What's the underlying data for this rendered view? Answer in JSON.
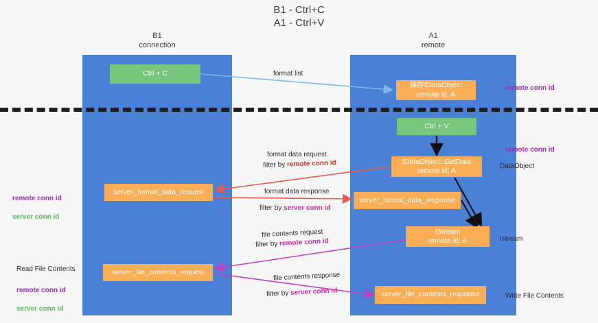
{
  "title": "B1 - Ctrl+C\nA1 - Ctrl+V",
  "lanes": [
    {
      "id": "b1",
      "heading": "B1\nconnection"
    },
    {
      "id": "a1",
      "heading": "A1\nremote"
    }
  ],
  "nodes": [
    {
      "id": "ctrl-c",
      "label": "Ctrl + C",
      "color": "#79c67d"
    },
    {
      "id": "idataobject",
      "label": "保存IDataObject\nremote id: A",
      "color": "#f9ad54"
    },
    {
      "id": "ctrl-v",
      "label": "Ctrl + V",
      "color": "#79c67d"
    },
    {
      "id": "idataobject-getdata",
      "label": "IDataObject::GetData\nremote id: A",
      "color": "#f9ad54"
    },
    {
      "id": "server-format-data-request",
      "label": "server_format_data_request",
      "color": "#f9ad54"
    },
    {
      "id": "server-format-data-response",
      "label": "server_format_data_response",
      "color": "#f9ad54"
    },
    {
      "id": "istream",
      "label": "IStream\nremote id: A",
      "color": "#f9ad54"
    },
    {
      "id": "server-file-contents-request",
      "label": "server_file_contents_request",
      "color": "#f9ad54"
    },
    {
      "id": "server-file-contents-response",
      "label": "server_file_contents_response",
      "color": "#f9ad54"
    }
  ],
  "edge_labels": {
    "format_list": "format list",
    "format_data_request": "format data request",
    "format_data_request_filter_prefix": "filter by ",
    "format_data_request_filter_key": "remote conn id",
    "format_data_response": "format data response",
    "format_data_response_filter_prefix": "filter by ",
    "format_data_response_filter_key": "server conn id",
    "file_contents_request": "file contents request",
    "file_contents_request_filter_prefix": "filter by ",
    "file_contents_request_filter_key": "remote conn id",
    "file_contents_response": "file contents response",
    "file_contents_response_filter_prefix": "filter by ",
    "file_contents_response_filter_key": "server conn id"
  },
  "annotations": {
    "remote_conn_id_top": "remote conn id",
    "remote_conn_id_mid": "remote conn id",
    "dataobject": "DataObject",
    "istream": "Istream",
    "write_file_contents": "Write File Contents",
    "read_file_contents": "Read File Contents",
    "left_remote_conn_id": "remote conn id",
    "left_server_conn_id": "server conn id",
    "left_bottom_remote_conn_id": "remote conn id",
    "left_bottom_server_conn_id": "server conn id"
  },
  "colors": {
    "lane": "#4a80d6",
    "green_node": "#79c67d",
    "orange_node": "#f9ad54",
    "purple_text": "#9b2fae",
    "green_text": "#58b95f",
    "magenta_text": "#c62fa8",
    "red_arrow": "#e8584f",
    "blue_arrow": "#7eb8e8",
    "magenta_arrow": "#c040bf",
    "black_arrow": "#111111",
    "divider": "#1d1d1d",
    "background": "#f7f7f8"
  }
}
